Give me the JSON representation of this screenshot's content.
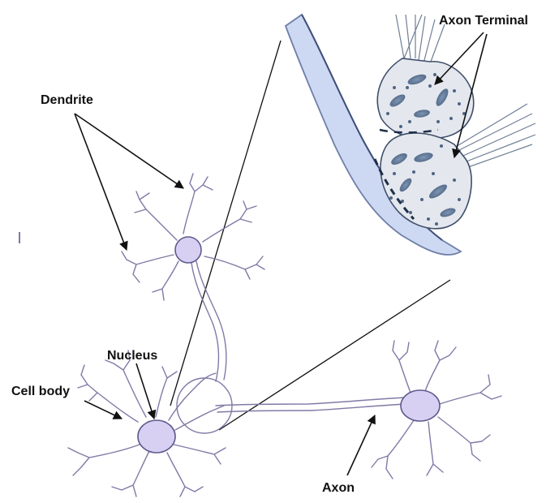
{
  "labels": {
    "axon_terminal": "Axon Terminal",
    "dendrite": "Dendrite",
    "nucleus": "Nucleus",
    "cell_body": "Cell body",
    "axon": "Axon"
  },
  "colors": {
    "membrane": "#7f7aa6",
    "nucleus_fill": "#d7d0f3",
    "postsynaptic_fill": "#cdd8f3",
    "terminal_fill": "#e4e8ee",
    "vesicle": "#5f7592",
    "label": "#111111"
  }
}
